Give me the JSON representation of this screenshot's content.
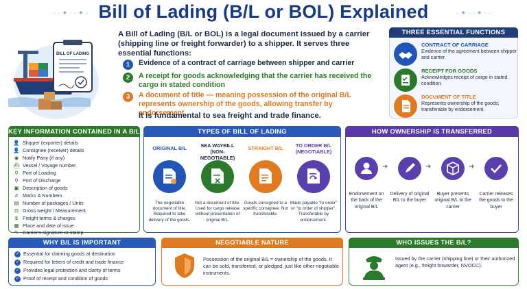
{
  "title": "Bill of Lading (B/L or BOL) Explained",
  "hero": {
    "doc_label": "BILL OF LADING"
  },
  "intro": "A Bill of Lading (B/L or BOL) is a legal document issued by a carrier (shipping line or freight forwarder) to a shipper. It serves three essential functions:",
  "functions": [
    {
      "num": "1",
      "text": "Evidence of a contract of carriage between shipper and carrier",
      "color": "#1b2a44",
      "badge": "#1f56b8"
    },
    {
      "num": "2",
      "text": "A receipt for goods acknowledging that the carrier has received the cargo in stated condition",
      "color": "#2b7a2b",
      "badge": "#2b7a2b"
    },
    {
      "num": "3",
      "text": "A document of title — meaning possession of the original B/L represents ownership of the goods, allowing transfer by endorsement.",
      "color": "#e07a20",
      "badge": "#e07a20"
    }
  ],
  "conclusion": "It is fundamental to sea freight and trade finance.",
  "essential": {
    "header": "THREE ESSENTIAL FUNCTIONS",
    "items": [
      {
        "title": "CONTRACT OF CARRIAGE",
        "desc": "Evidence of the agreement between shipper and carrier.",
        "color": "#1f56b8",
        "icon": "handshake-icon"
      },
      {
        "title": "RECEIPT FOR GOODS",
        "desc": "Acknowledges receipt of cargo in stated condition.",
        "color": "#2b7a2b",
        "icon": "clipboard-icon"
      },
      {
        "title": "DOCUMENT OF TITLE",
        "desc": "Represents ownership of the goods; transferable by endorsement.",
        "color": "#e07a20",
        "icon": "document-icon"
      }
    ]
  },
  "key_info": {
    "header": "KEY INFORMATION CONTAINED IN A B/L",
    "items": [
      {
        "icon": "user-icon",
        "label": "Shipper (exporter) details"
      },
      {
        "icon": "user-icon",
        "label": "Consignee (receiver) details"
      },
      {
        "icon": "bell-icon",
        "label": "Notify Party (if any)"
      },
      {
        "icon": "ship-icon",
        "label": "Vessel / Voyage number"
      },
      {
        "icon": "pin-icon",
        "label": "Port of Loading"
      },
      {
        "icon": "pin-icon",
        "label": "Port of Discharge"
      },
      {
        "icon": "box-icon",
        "label": "Description of goods"
      },
      {
        "icon": "tag-icon",
        "label": "Marks & Numbers"
      },
      {
        "icon": "stack-icon",
        "label": "Number of packages / Units"
      },
      {
        "icon": "scale-icon",
        "label": "Gross weight / Measurement"
      },
      {
        "icon": "money-icon",
        "label": "Freight terms & charges"
      },
      {
        "icon": "calendar-icon",
        "label": "Place and date of issue"
      },
      {
        "icon": "signature-icon",
        "label": "Carrier's signature or stamp"
      }
    ]
  },
  "types": {
    "header": "TYPES OF BILL OF LADING",
    "items": [
      {
        "title": "ORIGINAL B/L",
        "desc": "The negotiable document of title. Required to take delivery of the goods.",
        "color": "#1f56b8",
        "icon": "certificate-icon"
      },
      {
        "title": "SEA WAYBILL (NON-NEGOTIABLE)",
        "desc": "Not a document of title. Used for cargo release without presentation of original B/L.",
        "color": "#2b7a2b",
        "icon": "waybill-icon"
      },
      {
        "title": "STRAIGHT B/L",
        "desc": "Goods consigned to a specific consignee. Not transferable.",
        "color": "#e07a20",
        "icon": "straight-doc-icon"
      },
      {
        "title": "TO ORDER B/L (NEGOTIABLE)",
        "desc": "Made payable \"to order\" or \"to order of shipper\". Transferable by endorsement.",
        "color": "#5a3fae",
        "icon": "transfer-doc-icon"
      }
    ]
  },
  "ownership": {
    "header": "HOW OWNERSHIP IS TRANSFERRED",
    "steps": [
      {
        "icon": "person-icon",
        "text": "Endorsement on the back of the original B/L"
      },
      {
        "icon": "pen-icon",
        "text": "Delivery of original B/L to the buyer"
      },
      {
        "icon": "package-icon",
        "text": "Buyer presents original B/L to the carrier"
      },
      {
        "icon": "check-icon",
        "text": "Carrier releases the goods to the buyer"
      }
    ]
  },
  "why": {
    "header": "WHY B/L IS IMPORTANT",
    "items": [
      "Essential for claiming goods at destination",
      "Required for letters of credit and trade finance",
      "Provides legal protection and clarity of terms",
      "Proof of receipt and condition of goods"
    ]
  },
  "negotiable": {
    "header": "NEGOTIABLE NATURE",
    "text": "Possession of the original B/L = ownership of the goods. It can be sold, transferred, or pledged, just like other negotiable instruments."
  },
  "issuer": {
    "header": "WHO ISSUES THE B/L?",
    "text": "Issued by the carrier (shipping line) or their authorized agent (e.g., freight forwarder, NVOCC)."
  }
}
